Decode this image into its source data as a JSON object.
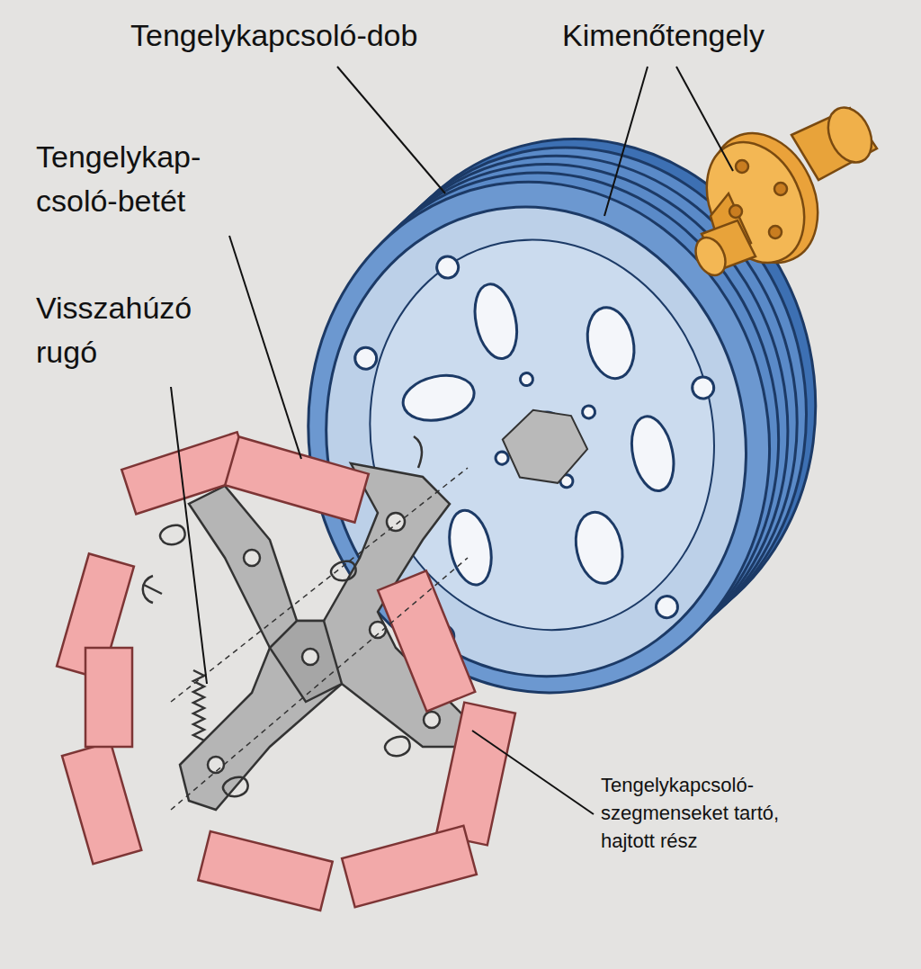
{
  "diagram": {
    "labels": [
      "Tengelykapcsoló-dob",
      "Kimenőtengely",
      "Tengelykap- csoló-betét",
      "Visszahúzó rugó",
      "Tengelykapcsoló- szegmenseket tartó, hajtott rész"
    ]
  }
}
